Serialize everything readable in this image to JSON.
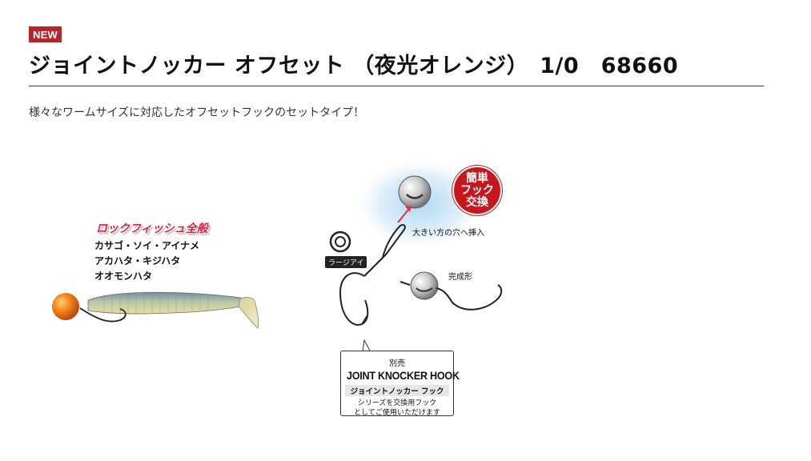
{
  "badge": "NEW",
  "header": {
    "title": "ジョイントノッカー オフセット （夜光オレンジ）　1/0　68660"
  },
  "description": "様々なワームサイズに対応したオフセットフックのセットタイプ！",
  "figure": {
    "category": "ロックフィッシュ全般",
    "species": [
      "カサゴ・ソイ・アイナメ",
      "アカハタ・キジハタ",
      "オオモンハタ"
    ],
    "stamp": [
      "簡単",
      "フック",
      "交換"
    ],
    "insert_label": "大きい方の穴へ挿入",
    "large_eye_label": "ラージアイ",
    "complete_label": "完成形",
    "callout": {
      "sold_separately": "別売",
      "hook_name": "JOINT KNOCKER HOOK",
      "hook_name_jp": "ジョイントノッカー フック",
      "note": [
        "シリーズを交換用フック",
        "としてご使用いただけます"
      ]
    }
  },
  "colors": {
    "badge": "#b3262c",
    "rule": "#1f3c5a",
    "category_text": "#e02040",
    "stamp": "#c8161d",
    "sinker_orange": "#f07a1a",
    "glow": "#a9d3f2"
  },
  "icons": [
    "large-eye-icon",
    "arrow-icon",
    "hook-icon",
    "sinker-icon",
    "worm-icon"
  ]
}
